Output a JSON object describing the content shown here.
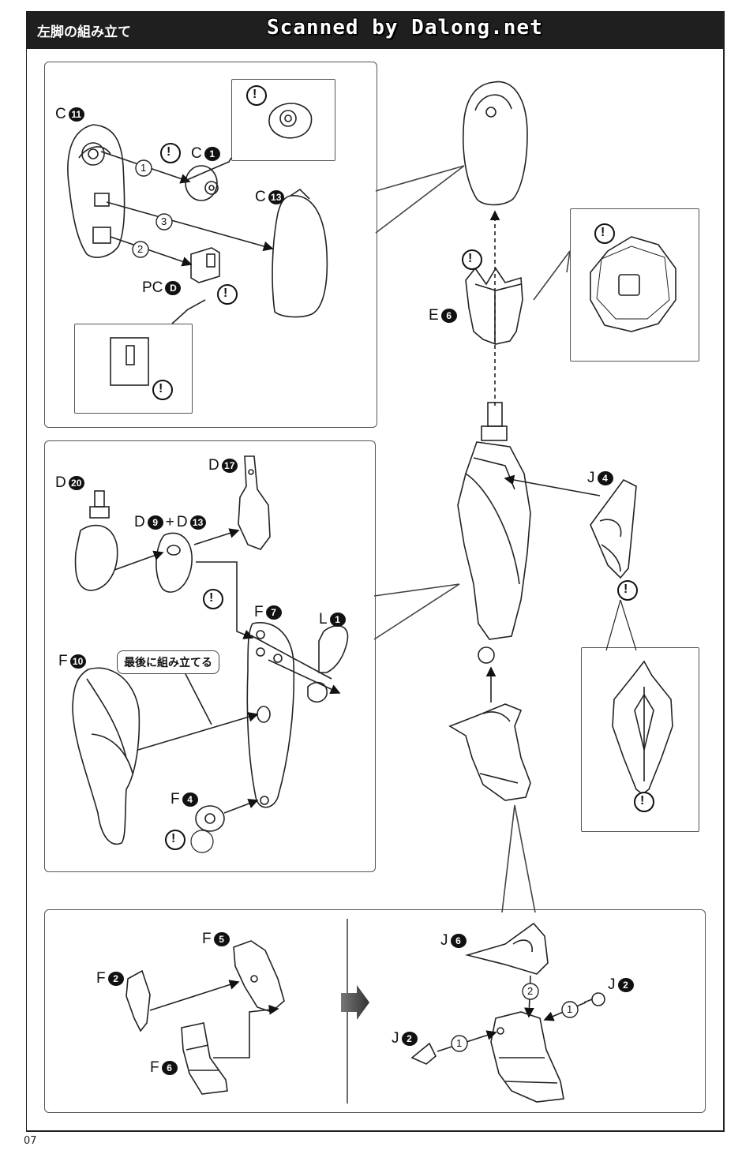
{
  "header": {
    "title": "左脚の組み立て",
    "watermark": "Scanned by Dalong.net"
  },
  "page_number": "07",
  "panel_top_left": {
    "labels": [
      {
        "letter": "C",
        "num": "11"
      },
      {
        "letter": "C",
        "num": "1"
      },
      {
        "letter": "C",
        "num": "13"
      },
      {
        "letter": "PC",
        "num": "D"
      }
    ],
    "steps": [
      "1",
      "3",
      "2"
    ]
  },
  "panel_middle_left": {
    "labels": [
      {
        "letter": "D",
        "num": "20"
      },
      {
        "letter": "D",
        "num": "17"
      },
      {
        "letter": "D",
        "num": "9"
      },
      {
        "letter": "D",
        "num": "13"
      },
      {
        "letter": "F",
        "num": "7"
      },
      {
        "letter": "L",
        "num": "1"
      },
      {
        "letter": "F",
        "num": "10"
      },
      {
        "letter": "F",
        "num": "4"
      }
    ],
    "plus": "+",
    "note": "最後に組み立てる"
  },
  "right_column": {
    "labels": [
      {
        "letter": "E",
        "num": "6"
      },
      {
        "letter": "J",
        "num": "4"
      }
    ]
  },
  "panel_bottom": {
    "labels": [
      {
        "letter": "F",
        "num": "5"
      },
      {
        "letter": "F",
        "num": "2"
      },
      {
        "letter": "F",
        "num": "6"
      },
      {
        "letter": "J",
        "num": "6"
      },
      {
        "letter": "J",
        "num": "2"
      },
      {
        "letter": "J",
        "num": "2"
      }
    ],
    "steps": [
      "2",
      "1",
      "1"
    ]
  },
  "caution_symbol": "!"
}
